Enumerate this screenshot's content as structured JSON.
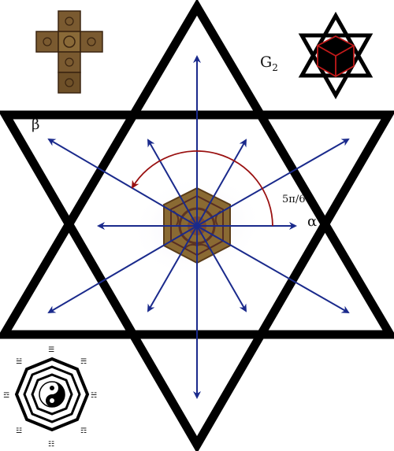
{
  "labels": {
    "g2": "G",
    "g2_sub": "2",
    "beta": "β",
    "alpha": "α",
    "angle": "5π/6"
  },
  "colors": {
    "star_stroke": "#000000",
    "arrows": "#1a2a8c",
    "angle_arc": "#9a1111",
    "hexagon_fill": "#8a6a33",
    "hexagon_pattern": "#4a1e1e",
    "cube_net_fill": "#7a5a30",
    "small_star_inner": "#000000",
    "small_cube_edge": "#c21a1a"
  },
  "icons": {
    "cube_net": "lament-configuration-cube-net-icon",
    "small_star": "g2-star-of-david-icon",
    "bagua": "bagua-yin-yang-icon"
  }
}
